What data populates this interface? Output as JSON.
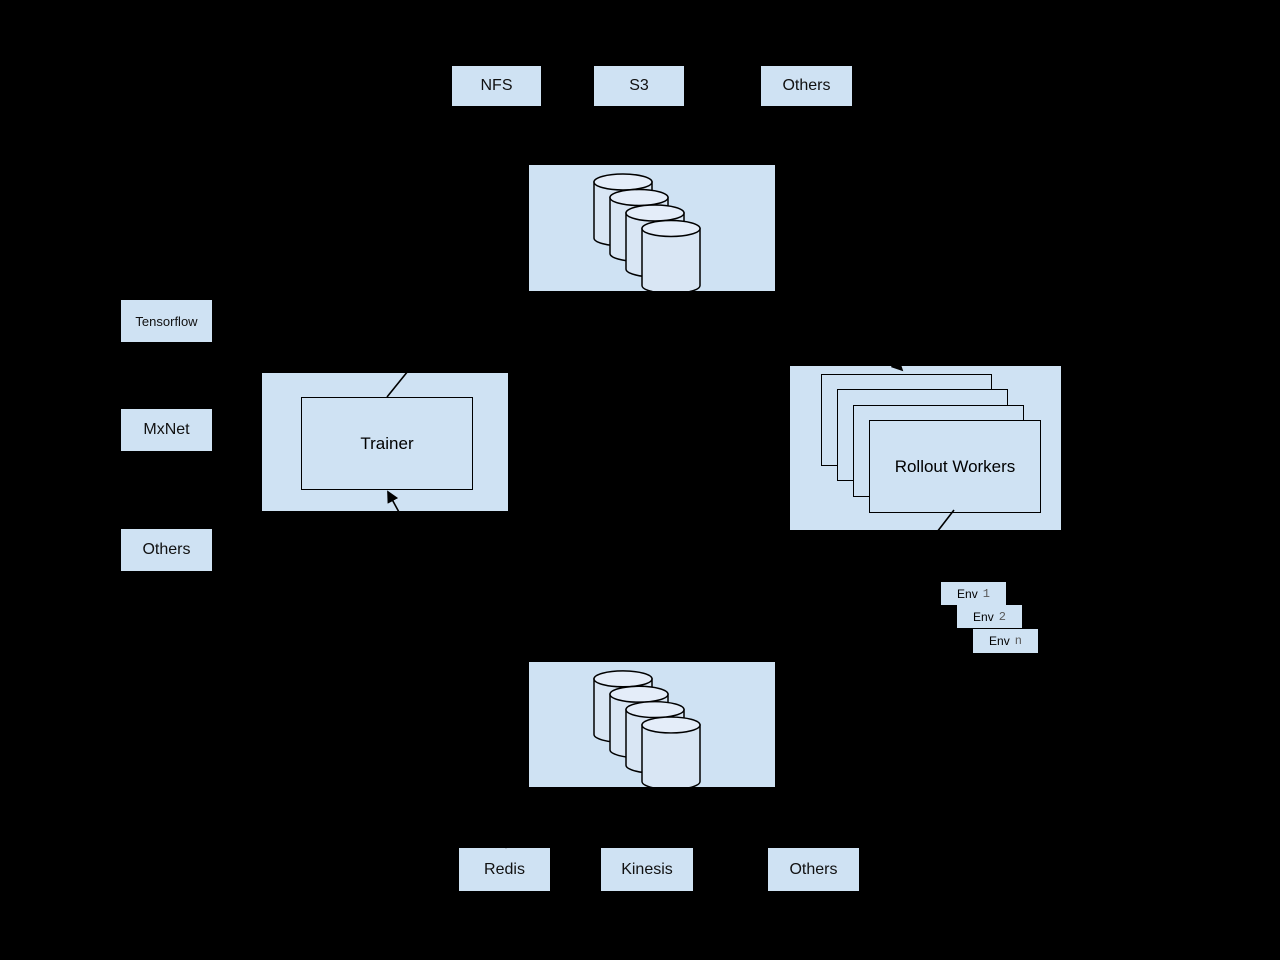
{
  "colors": {
    "background": "#000000",
    "node_fill": "#cfe2f3",
    "cylinder_fill": "#d9e6f4",
    "cylinder_lid_fill": "#e4edf9",
    "outline": "#000000",
    "env_number_color": "#595959"
  },
  "storage_backends_top": {
    "nfs": "NFS",
    "s3": "S3",
    "others": "Others"
  },
  "frameworks": {
    "tensorflow": "Tensorflow",
    "mxnet": "MxNet",
    "others": "Others"
  },
  "trainer": {
    "label": "Trainer"
  },
  "rollout_workers": {
    "label": "Rollout Workers"
  },
  "environments": {
    "env1": {
      "label": "Env",
      "num": "1"
    },
    "env2": {
      "label": "Env",
      "num": "2"
    },
    "envn": {
      "label": "Env",
      "num": "n"
    }
  },
  "queues_bottom": {
    "redis": "Redis",
    "kinesis": "Kinesis",
    "others": "Others"
  },
  "icons": {
    "top_datastore": "database-cylinders-icon",
    "bottom_datastore": "database-cylinders-icon"
  }
}
